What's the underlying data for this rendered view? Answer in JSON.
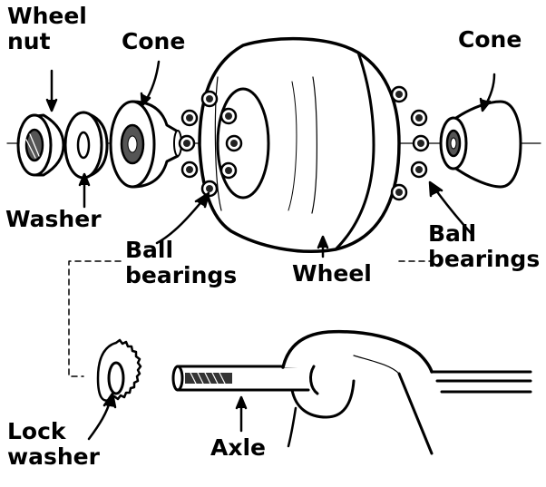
{
  "labels": {
    "wheel_nut_line1": "Wheel",
    "wheel_nut_line2": "nut",
    "cone_left": "Cone",
    "cone_right": "Cone",
    "washer": "Washer",
    "ball_bearings_left_line1": "Ball",
    "ball_bearings_left_line2": "bearings",
    "wheel": "Wheel",
    "ball_bearings_right_line1": "Ball",
    "ball_bearings_right_line2": "bearings",
    "lock_washer_line1": "Lock",
    "lock_washer_line2": "washer",
    "axle": "Axle"
  },
  "colors": {
    "ink": "#000000",
    "paper": "#ffffff",
    "shade": "#222222"
  }
}
